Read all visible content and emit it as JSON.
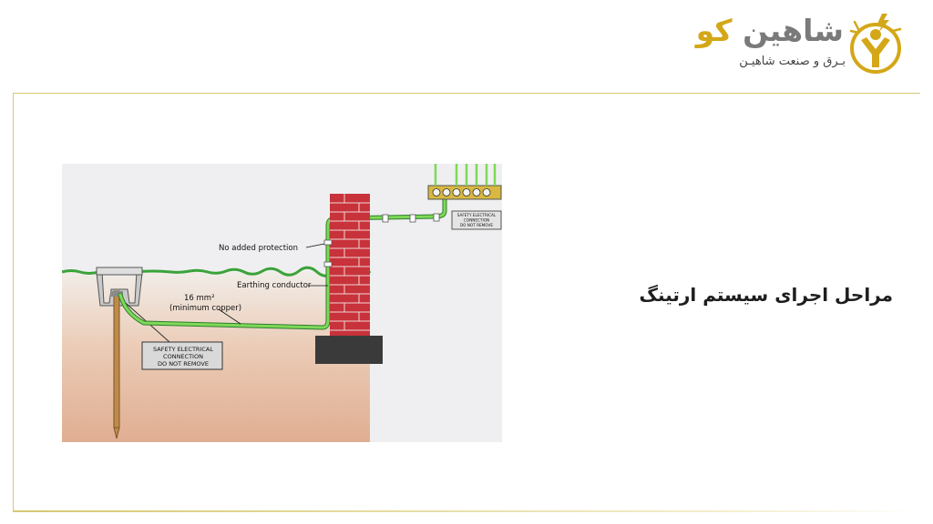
{
  "brand": {
    "name_part1": "شاهین",
    "name_part2": "کو",
    "tagline": "بـرق و صنعت شاهیـن",
    "colors": {
      "accent": "#d4a718",
      "gray": "#7a7a7a"
    }
  },
  "title": "مراحل اجرای سیستم ارتینگ",
  "diagram": {
    "labels": {
      "no_added_protection": "No added protection",
      "earthing_conductor": "Earthing conductor",
      "size_line1": "16 mm²",
      "size_line2": "(minimum copper)",
      "tag_line1": "SAFETY ELECTRICAL",
      "tag_line2": "CONNECTION",
      "tag_line3": "DO NOT REMOVE",
      "small_tag_line1": "SAFETY ELECTRICAL",
      "small_tag_line2": "CONNECTION",
      "small_tag_line3": "DO NOT REMOVE"
    },
    "colors": {
      "sky": "#efeff1",
      "soil": "#e7bea6",
      "grass": "#3aa33a",
      "conductor": "#7ed957",
      "brick": "#c8323a",
      "footing": "#3a3a3a"
    }
  }
}
